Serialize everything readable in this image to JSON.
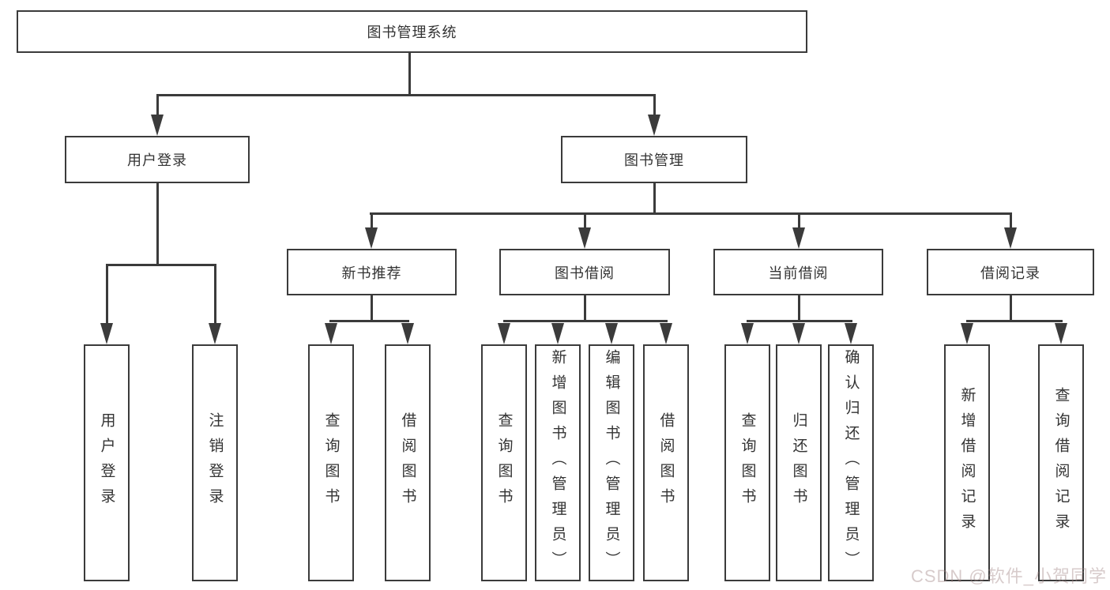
{
  "diagram": {
    "title": "图书管理系统",
    "root": {
      "label": "图书管理系统"
    },
    "level2": [
      {
        "label": "用户登录"
      },
      {
        "label": "图书管理"
      }
    ],
    "level3": [
      {
        "label": "新书推荐",
        "parent": "图书管理"
      },
      {
        "label": "图书借阅",
        "parent": "图书管理"
      },
      {
        "label": "当前借阅",
        "parent": "图书管理"
      },
      {
        "label": "借阅记录",
        "parent": "图书管理"
      }
    ],
    "leaves": [
      {
        "label": "用户登录",
        "parent": "用户登录"
      },
      {
        "label": "注销登录",
        "parent": "用户登录"
      },
      {
        "label": "查询图书",
        "parent": "新书推荐"
      },
      {
        "label": "借阅图书",
        "parent": "新书推荐"
      },
      {
        "label": "查询图书",
        "parent": "图书借阅"
      },
      {
        "label": "新增图书（管理员）",
        "parent": "图书借阅"
      },
      {
        "label": "编辑图书（管理员）",
        "parent": "图书借阅"
      },
      {
        "label": "借阅图书",
        "parent": "图书借阅"
      },
      {
        "label": "查询图书",
        "parent": "当前借阅"
      },
      {
        "label": "归还图书",
        "parent": "当前借阅"
      },
      {
        "label": "确认归还（管理员）",
        "parent": "当前借阅"
      },
      {
        "label": "新增借阅记录",
        "parent": "借阅记录"
      },
      {
        "label": "查询借阅记录",
        "parent": "借阅记录"
      }
    ]
  },
  "watermark": "CSDN @软件_小贺同学",
  "colors": {
    "line": "#3b3b3b",
    "text": "#333333",
    "background": "#ffffff",
    "watermark_tint": "#d9cdcd"
  }
}
